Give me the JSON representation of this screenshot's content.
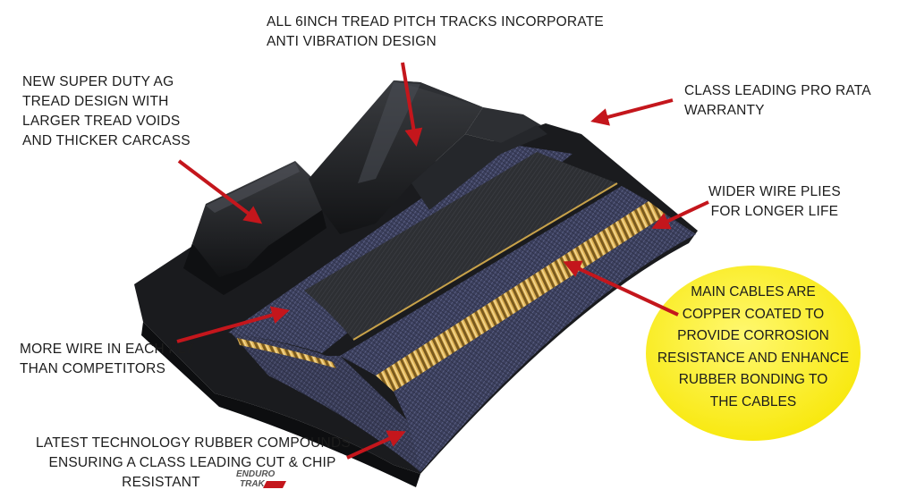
{
  "callouts": {
    "anti_vibration": [
      "ALL 6INCH TREAD PITCH TRACKS INCORPORATE",
      "ANTI VIBRATION DESIGN"
    ],
    "tread_design": [
      "NEW SUPER DUTY AG",
      "TREAD DESIGN WITH",
      "LARGER TREAD VOIDS",
      "AND THICKER CARCASS"
    ],
    "warranty": [
      "CLASS LEADING PRO RATA",
      "WARRANTY"
    ],
    "wire_plies": [
      "WIDER WIRE PLIES",
      "FOR LONGER LIFE"
    ],
    "more_wire": [
      "MORE WIRE IN EACH PLY",
      "THAN COMPETITORS"
    ],
    "rubber_compounds": [
      "LATEST TECHNOLOGY RUBBER COMPOUNDS",
      "ENSURING A CLASS LEADING CUT & CHIP",
      "RESISTANT"
    ],
    "main_cables": [
      "MAIN CABLES ARE",
      "COPPER COATED TO",
      "PROVIDE CORROSION",
      "RESISTANCE AND ENHANCE",
      "RUBBER BONDING TO",
      "THE CABLES"
    ]
  },
  "logo": {
    "line1": "ENDURO",
    "line2": "TRAK"
  },
  "colors": {
    "arrow": "#c4161c",
    "bubble": "#fff100",
    "rubber": "#1e1f22",
    "ply_fabric": "#4a4e73",
    "copper_cable": "#c89a3c"
  }
}
